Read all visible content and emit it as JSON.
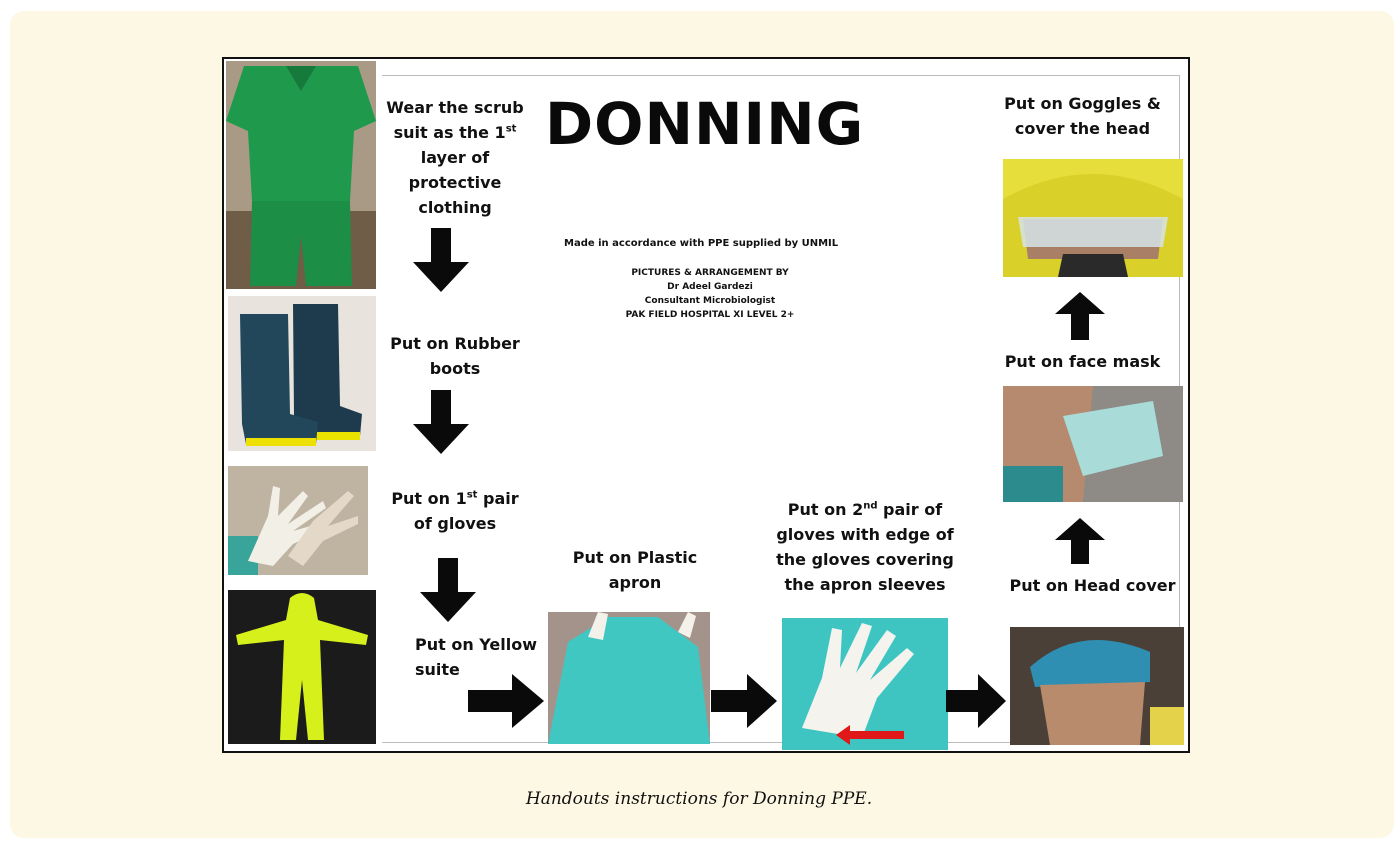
{
  "handout": {
    "title": "DONNING",
    "made_in_accordance": "Made in accordance with PPE supplied by UNMIL",
    "credits": {
      "line1": "PICTURES &  ARRANGEMENT BY",
      "line2": "Dr Adeel Gardezi",
      "line3": "Consultant Microbiologist",
      "line4": "PAK FIELD HOSPITAL XI LEVEL 2+"
    },
    "steps": {
      "scrub": {
        "a": "Wear the scrub",
        "b1": "suit as the 1",
        "b_sup": "st",
        "c": "layer of",
        "d": "protective",
        "e": "clothing"
      },
      "boots": {
        "a": "Put on Rubber",
        "b": "boots"
      },
      "gloves1": {
        "a1": "Put on 1",
        "a_sup": "st",
        "a2": " pair",
        "b": "of gloves"
      },
      "yellow": {
        "a": "Put on Yellow",
        "b": "suite"
      },
      "apron": {
        "a": "Put on Plastic",
        "b": "apron"
      },
      "gloves2": {
        "a1": "Put on 2",
        "a_sup": "nd",
        "a2": " pair of",
        "b": "gloves with edge of",
        "c": "the gloves covering",
        "d": "the apron sleeves"
      },
      "headcover": {
        "a": "Put on Head cover"
      },
      "mask": {
        "a": "Put on face mask"
      },
      "goggles": {
        "a": "Put on Goggles &",
        "b": "cover the head"
      }
    },
    "icons": [
      "down-arrow-icon",
      "right-arrow-icon",
      "up-arrow-icon"
    ],
    "colors": {
      "frame": "#fdf8e4",
      "scrub_green": "#1f9a4d",
      "yellow_suit": "#d9f01a",
      "apron_teal": "#3fc6c0",
      "arrow": "#0a0a0a",
      "red_arrow": "#e01818"
    }
  },
  "caption": "Handouts instructions for Donning PPE."
}
